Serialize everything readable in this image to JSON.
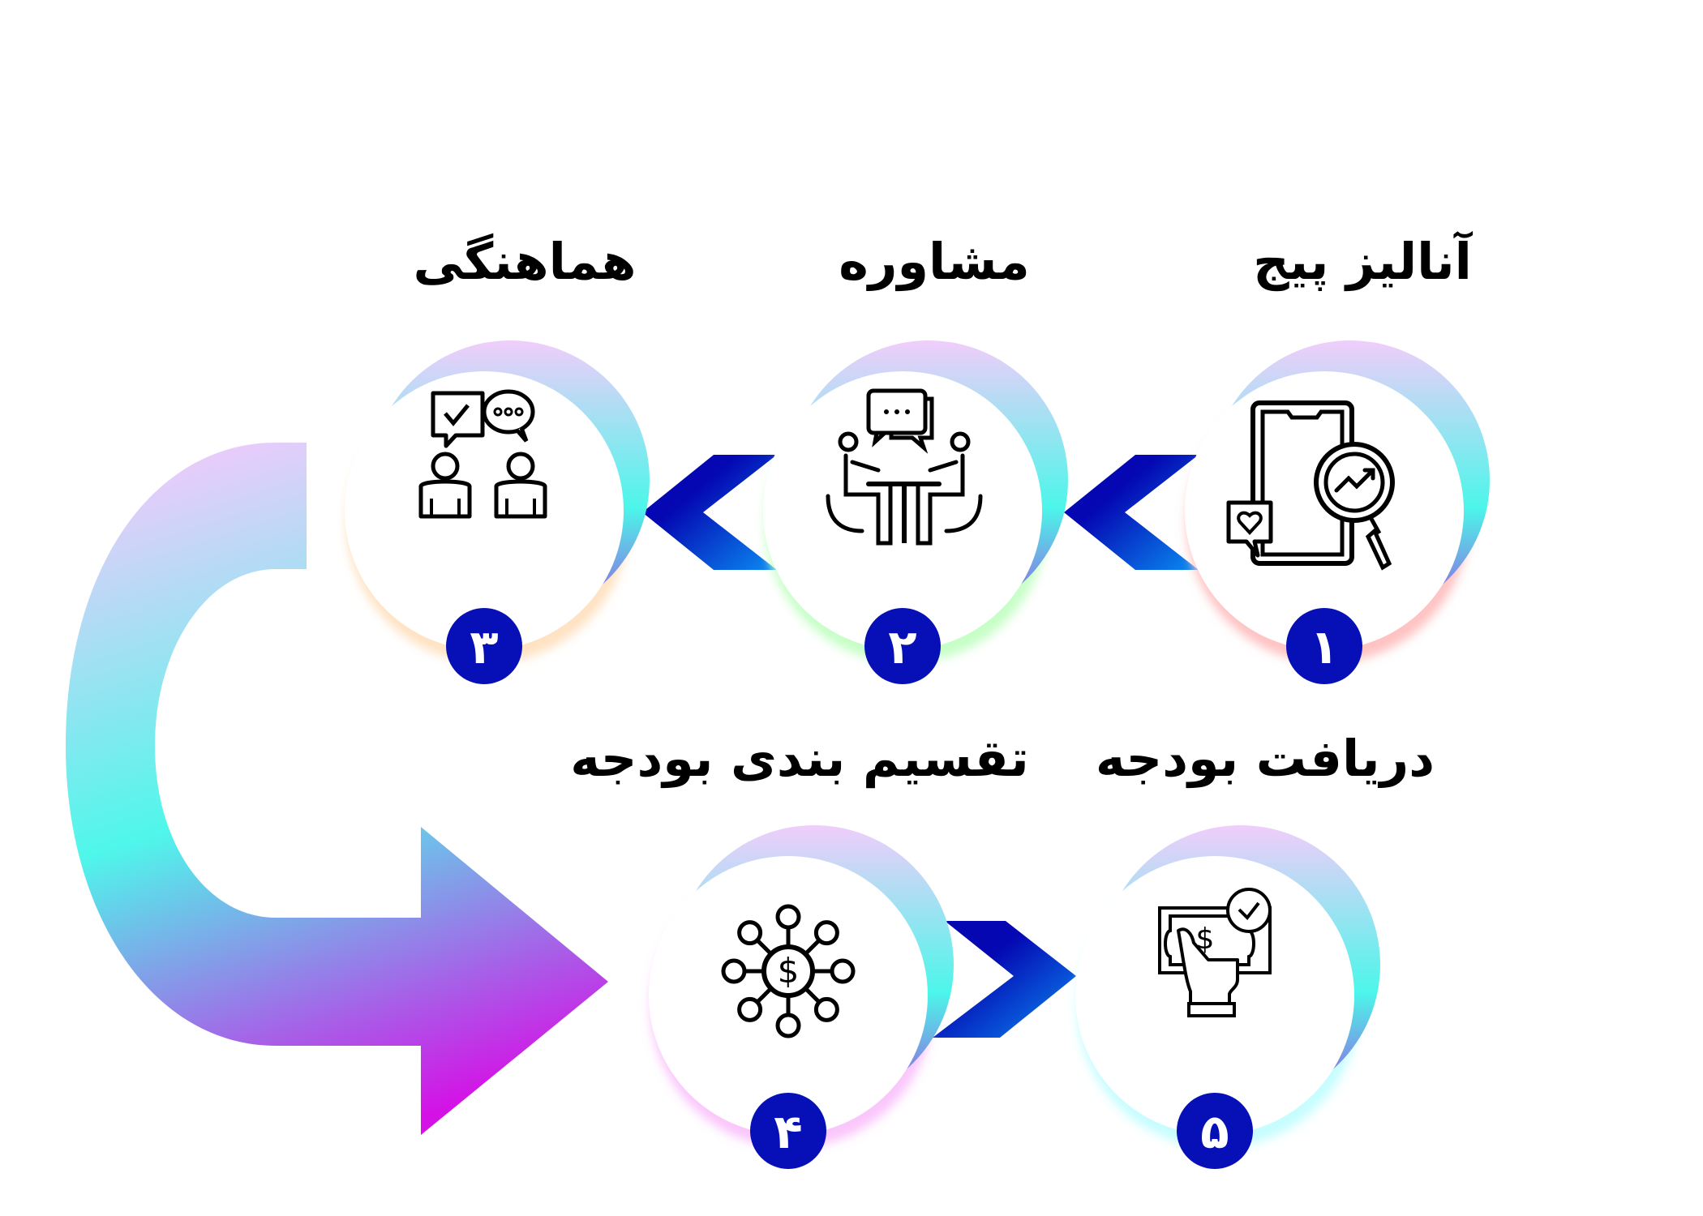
{
  "colors": {
    "badge": "#0610b6",
    "chevron_dark": "#0407b2",
    "chevron_light": "#0a8cf2",
    "ring_top": "#f0cdfa",
    "ring_mid": "#4cf6ea",
    "ring_bottom": "#9a4fe0",
    "arrow_top": "#ebcbfb",
    "arrow_mid": "#4ff7ea",
    "arrow_bottom": "#d412e6"
  },
  "steps": [
    {
      "number": "۱",
      "title": "آنالیز پیج",
      "icon": "phone-analytics-icon",
      "glow": "#ffc2c2"
    },
    {
      "number": "۲",
      "title": "مشاوره",
      "icon": "meeting-table-icon",
      "glow": "#c6ffc6"
    },
    {
      "number": "۳",
      "title": "هماهنگی",
      "icon": "people-chat-icon",
      "glow": "#ffe2c2"
    },
    {
      "number": "۴",
      "title": "تقسیم بندی بودجه",
      "icon": "money-network-icon",
      "glow": "#fac6fb"
    },
    {
      "number": "۵",
      "title": "دریافت بودجه",
      "icon": "receive-cash-icon",
      "glow": "#c6fdff"
    }
  ]
}
